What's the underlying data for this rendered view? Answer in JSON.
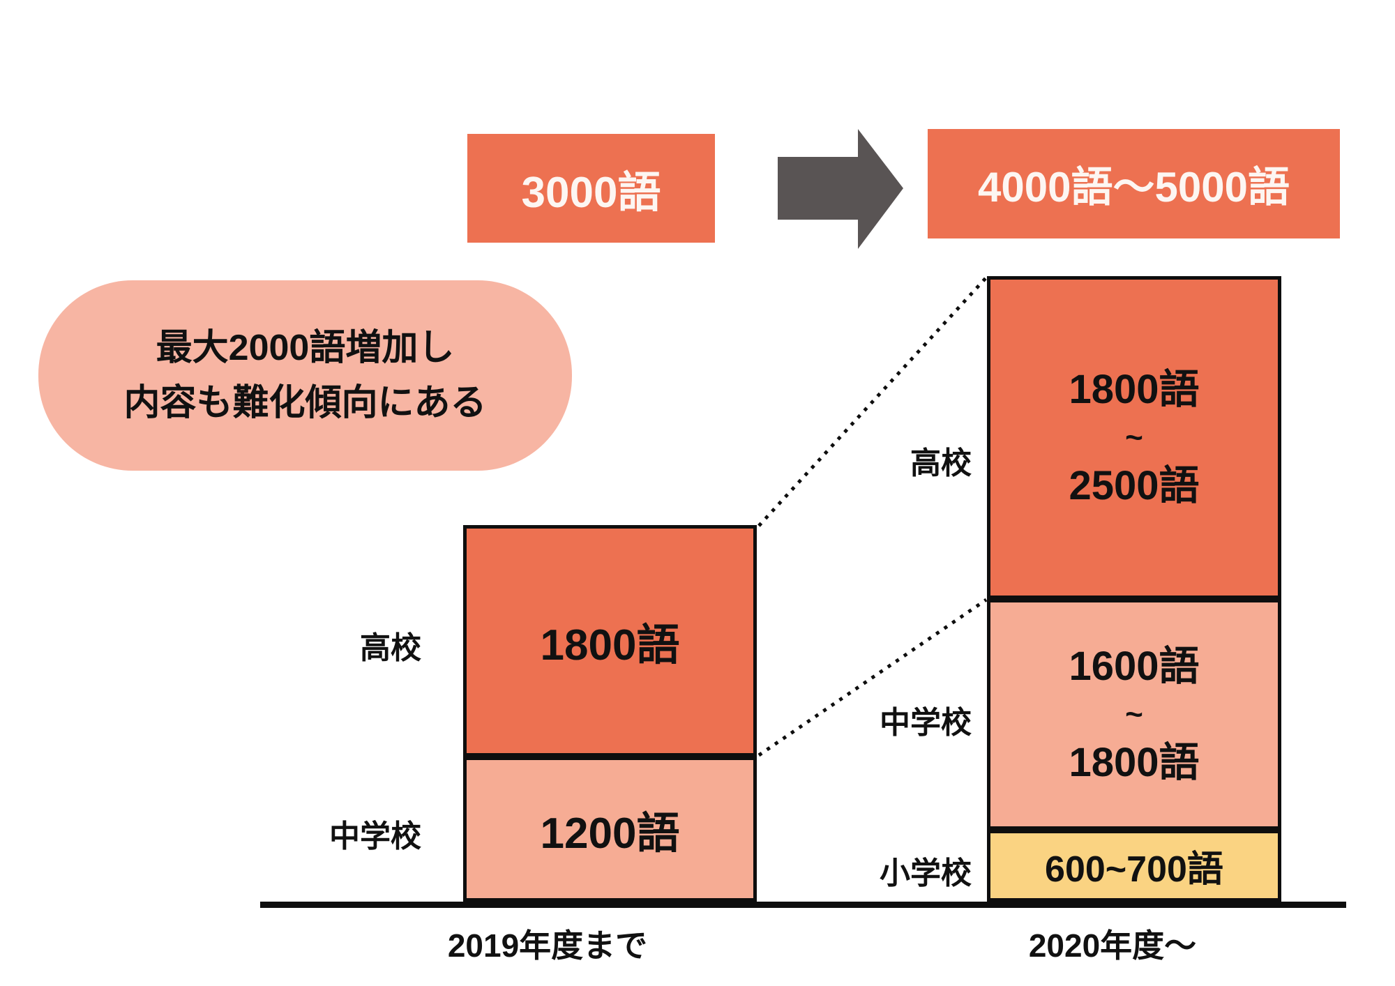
{
  "colors": {
    "orange": "#ED7151",
    "salmon": "#F6AC94",
    "bubble_pink": "#F7B5A3",
    "yellow": "#FAD382",
    "arrow_gray": "#595454",
    "line_black": "#0E0E0E"
  },
  "top_flow": {
    "before_total": "3000語",
    "after_total": "4000語〜5000語",
    "arrow_icon": "right-arrow"
  },
  "callout": {
    "line1": "最大2000語増加し",
    "line2": "内容も難化傾向にある"
  },
  "bars": {
    "left": {
      "axis_label": "2019年度まで",
      "koukou_label": "高校",
      "koukou_value": "1800語",
      "chuugakkou_label": "中学校",
      "chuugakkou_value": "1200語"
    },
    "right": {
      "axis_label": "2020年度〜",
      "koukou_label": "高校",
      "koukou_value_top": "1800語",
      "koukou_value_tilde": "~",
      "koukou_value_bottom": "2500語",
      "chuugakkou_label": "中学校",
      "chuugakkou_value_top": "1600語",
      "chuugakkou_value_tilde": "~",
      "chuugakkou_value_bottom": "1800語",
      "shougakkou_label": "小学校",
      "shougakkou_value": "600~700語"
    }
  },
  "chart_data": {
    "type": "bar",
    "subtype": "stacked-range-comparison",
    "title": "",
    "unit": "語",
    "grid": false,
    "legend_position": "none",
    "categories": [
      "2019年度まで",
      "2020年度〜"
    ],
    "series": [
      {
        "name": "小学校",
        "color": "#FAD382",
        "values": [
          0,
          650
        ],
        "ranges": [
          [
            0,
            0
          ],
          [
            600,
            700
          ]
        ],
        "value_labels": [
          "",
          "600~700語"
        ]
      },
      {
        "name": "中学校",
        "color": "#F6AC94",
        "values": [
          1200,
          1700
        ],
        "ranges": [
          [
            1200,
            1200
          ],
          [
            1600,
            1800
          ]
        ],
        "value_labels": [
          "1200語",
          "1600語~1800語"
        ]
      },
      {
        "name": "高校",
        "color": "#ED7151",
        "values": [
          1800,
          2150
        ],
        "ranges": [
          [
            1800,
            1800
          ],
          [
            1800,
            2500
          ]
        ],
        "value_labels": [
          "1800語",
          "1800語~2500語"
        ]
      }
    ],
    "totals": [
      "3000語",
      "4000語〜5000語"
    ],
    "annotation": "最大2000語増加し 内容も難化傾向にある"
  }
}
